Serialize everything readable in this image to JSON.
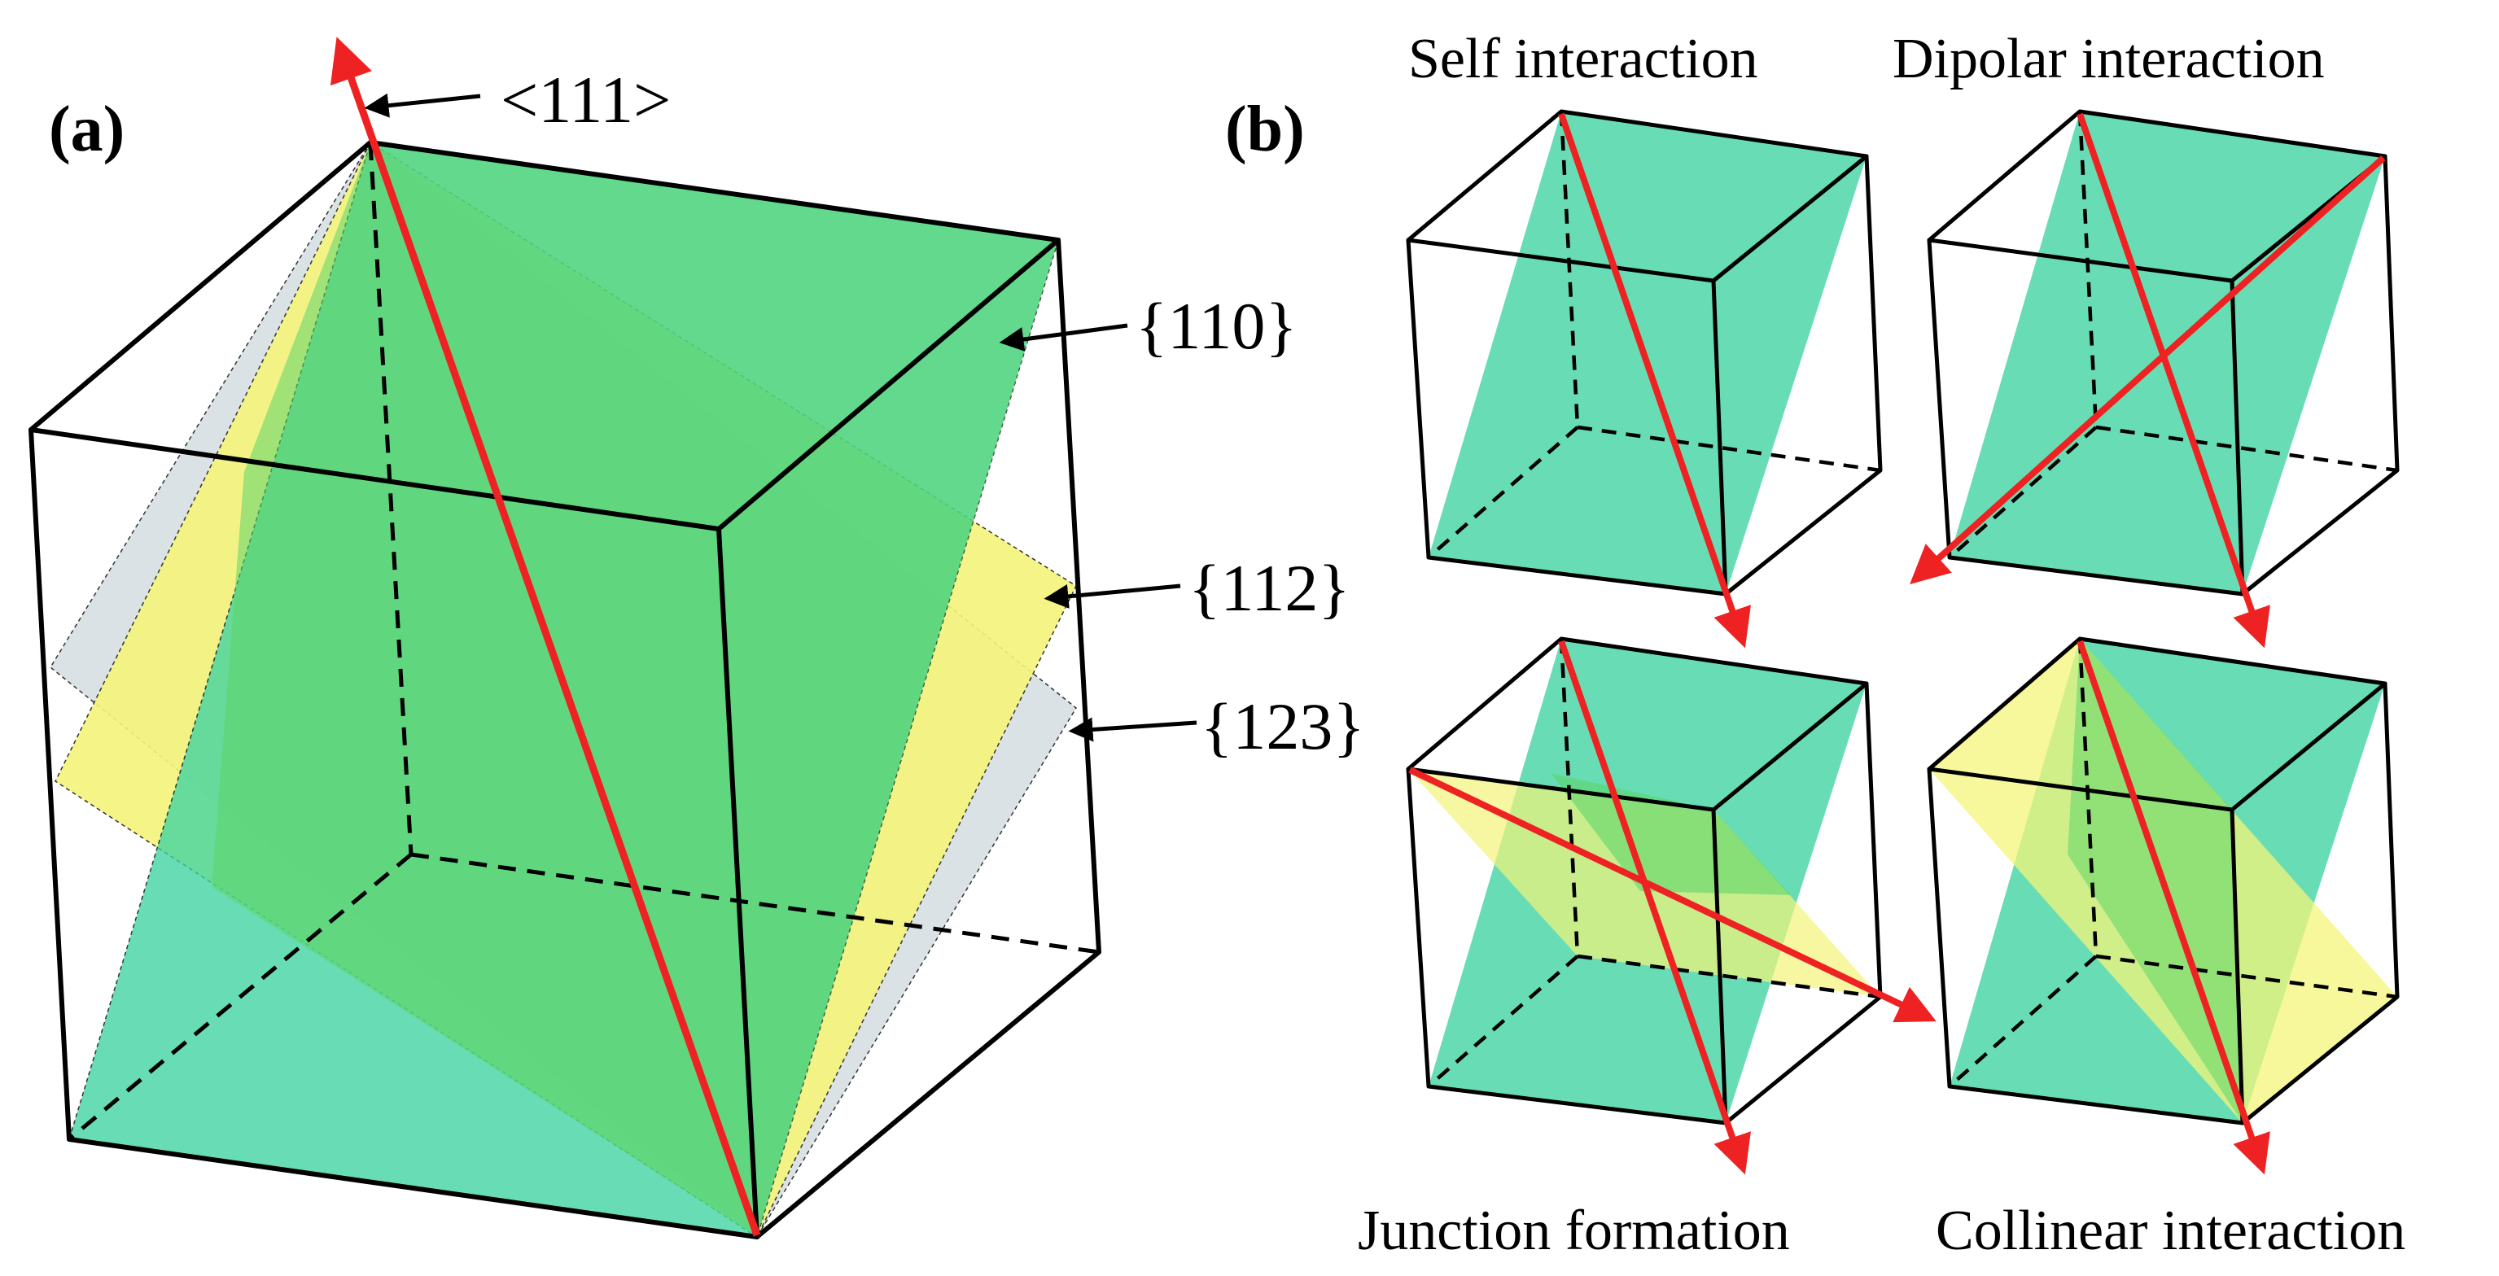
{
  "panel_a": {
    "tag": "(a)",
    "direction_label": "<111>",
    "plane_labels": [
      "{110}",
      "{112}",
      "{123}"
    ]
  },
  "panel_b": {
    "tag": "(b)",
    "subfigure_titles": [
      "Self interaction",
      "Dipolar interaction",
      "Junction formation",
      "Collinear interaction"
    ]
  },
  "colors": {
    "plane_110": "#3ed3a0",
    "plane_112": "#f4f47a",
    "plane_123": "#d4dde2",
    "overlap": "#5cd66a",
    "burgers_vector": "#ee2222",
    "edges": "#000000"
  }
}
